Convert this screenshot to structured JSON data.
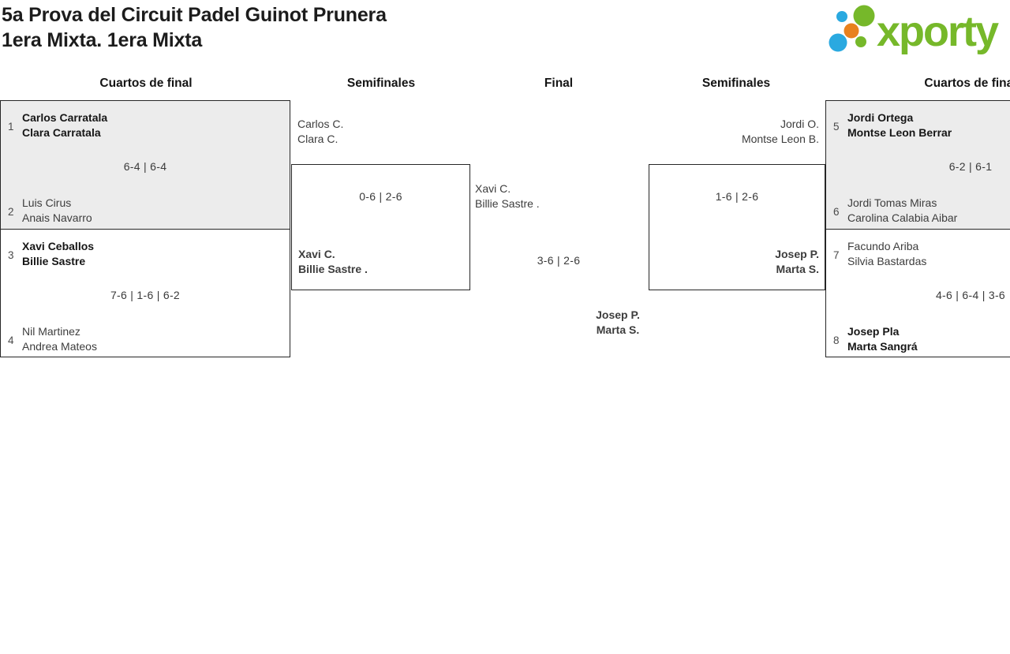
{
  "title": {
    "line1": "5a Prova del Circuit Padel Guinot Prunera",
    "line2": "1era Mixta. 1era Mixta"
  },
  "logo": {
    "brand": "xporty"
  },
  "round_headers": [
    "Cuartos de final",
    "Semifinales",
    "Final",
    "Semifinales",
    "Cuartos de final"
  ],
  "quarterfinals_left": [
    {
      "seed_top": "1",
      "team_top": [
        "Carlos Carratala",
        "Clara Carratala"
      ],
      "score": "6-4 | 6-4",
      "seed_bottom": "2",
      "team_bottom": [
        "Luis Cirus",
        "Anais Navarro"
      ]
    },
    {
      "seed_top": "3",
      "team_top": [
        "Xavi Ceballos",
        "Billie Sastre"
      ],
      "score": "7-6 | 1-6 | 6-2",
      "seed_bottom": "4",
      "team_bottom": [
        "Nil Martinez",
        "Andrea Mateos"
      ]
    }
  ],
  "quarterfinals_right": [
    {
      "seed_top": "5",
      "team_top": [
        "Jordi Ortega",
        "Montse Leon Berrar"
      ],
      "score": "6-2 | 6-1",
      "seed_bottom": "6",
      "team_bottom": [
        "Jordi Tomas Miras",
        "Carolina Calabia Aibar"
      ]
    },
    {
      "seed_top": "7",
      "team_top": [
        "Facundo Ariba",
        "Silvia Bastardas"
      ],
      "score": "4-6 | 6-4 | 3-6",
      "seed_bottom": "8",
      "team_bottom": [
        "Josep Pla",
        "Marta Sangrá"
      ]
    }
  ],
  "semifinal_left": {
    "team_top": [
      "Carlos C.",
      "Clara C."
    ],
    "score": "0-6 | 2-6",
    "team_bottom": [
      "Xavi C.",
      "Billie Sastre ."
    ]
  },
  "semifinal_right": {
    "team_top": [
      "Jordi O.",
      "Montse Leon B."
    ],
    "score": "1-6 | 2-6",
    "team_bottom": [
      "Josep P.",
      "Marta S."
    ]
  },
  "final": {
    "team_top": [
      "Xavi C.",
      "Billie Sastre ."
    ],
    "score": "3-6 | 2-6",
    "team_bottom": [
      "Josep P.",
      "Marta S."
    ]
  },
  "colors": {
    "logo_green": "#76b82a",
    "logo_blue": "#2aa9e0",
    "logo_orange": "#e8811e",
    "match_grey_bg": "#ececec",
    "border": "#262626"
  }
}
